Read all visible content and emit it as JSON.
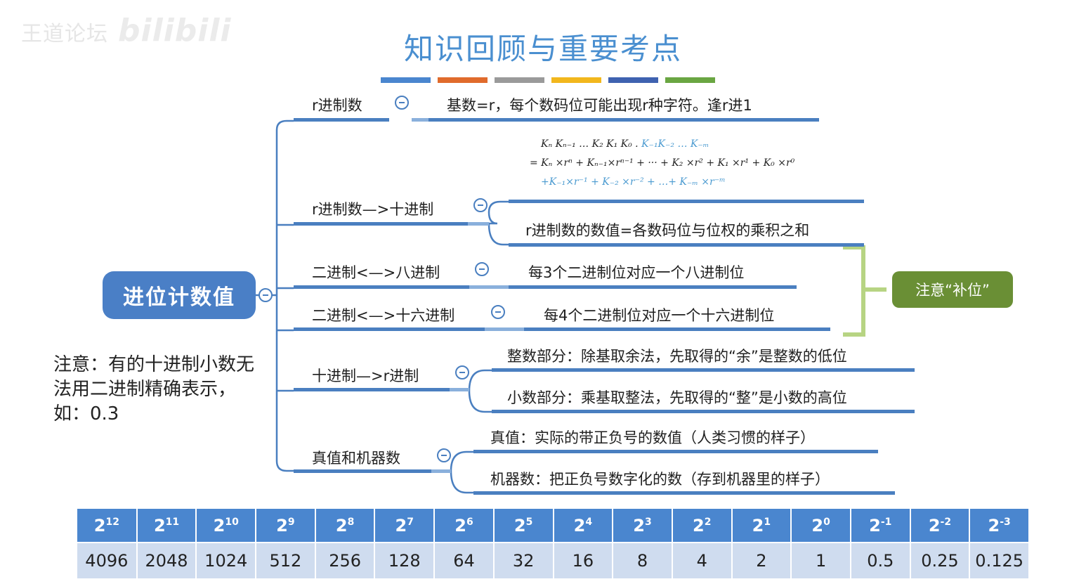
{
  "watermark": {
    "text": "王道论坛",
    "logo": "bilibili"
  },
  "title": "知识回顾与重要考点",
  "color_bar": [
    "#4a86cf",
    "#e06b2c",
    "#9a9a9a",
    "#f2b71d",
    "#3f62b0",
    "#6aa642"
  ],
  "root": {
    "label": "进位计数值"
  },
  "branches": [
    {
      "label": "r进制数",
      "children": [
        "基数=r，每个数码位可能出现r种字符。逢r进1"
      ]
    },
    {
      "label": "r进制数—>十进制",
      "children": [
        "r进制数的数值=各数码位与位权的乘积之和"
      ]
    },
    {
      "label": "二进制<—>八进制",
      "children": [
        "每3个二进制位对应一个八进制位"
      ]
    },
    {
      "label": "二进制<—>十六进制",
      "children": [
        "每4个二进制位对应一个十六进制位"
      ]
    },
    {
      "label": "十进制—>r进制",
      "children": [
        "整数部分：除基取余法，先取得的“余”是整数的低位",
        "小数部分：乘基取整法，先取得的“整”是小数的高位"
      ]
    },
    {
      "label": "真值和机器数",
      "children": [
        "真值：实际的带正负号的数值（人类习惯的样子）",
        "机器数：把正负号数字化的数（存到机器里的样子）"
      ]
    }
  ],
  "formula": {
    "line1_a": "K",
    "line1": "Kₙ Kₙ₋₁ … K₂ K₁ K₀ .",
    "line1_frac": "K₋₁K₋₂ … K₋ₘ",
    "line2": "= Kₙ ×rⁿ + Kₙ₋₁×rⁿ⁻¹ + ··· + K₂ ×r² + K₁ ×r¹ + K₀ ×r⁰",
    "line3": "+K₋₁×r⁻¹ + K₋₂ ×r⁻² + …+ K₋ₘ ×r⁻ᵐ"
  },
  "notice_label": "注意“补位”",
  "note": "注意：有的十进制小数无法用二进制精确表示，如：0.3",
  "powers_table": {
    "exponents": [
      "12",
      "11",
      "10",
      "9",
      "8",
      "7",
      "6",
      "5",
      "4",
      "3",
      "2",
      "1",
      "0",
      "-1",
      "-2",
      "-3"
    ],
    "base": "2",
    "values": [
      "4096",
      "2048",
      "1024",
      "512",
      "256",
      "128",
      "64",
      "32",
      "16",
      "8",
      "4",
      "2",
      "1",
      "0.5",
      "0.25",
      "0.125"
    ]
  }
}
